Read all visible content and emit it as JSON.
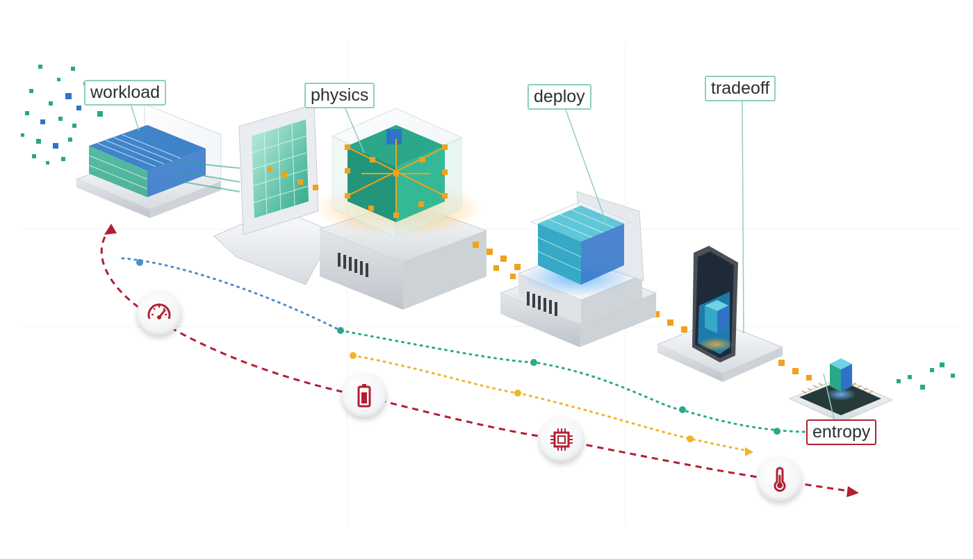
{
  "labels": {
    "workload": "workload",
    "physics": "physics",
    "deploy": "deploy",
    "tradeoff": "tradeoff",
    "entropy": "entropy"
  },
  "icons": [
    "speedometer-icon",
    "battery-icon",
    "chip-icon",
    "thermometer-icon"
  ],
  "colors": {
    "teal": "#2aa889",
    "blue": "#2f73c9",
    "orange": "#f0a21a",
    "red": "#b21f33",
    "label_border": "#8fcfb8"
  }
}
